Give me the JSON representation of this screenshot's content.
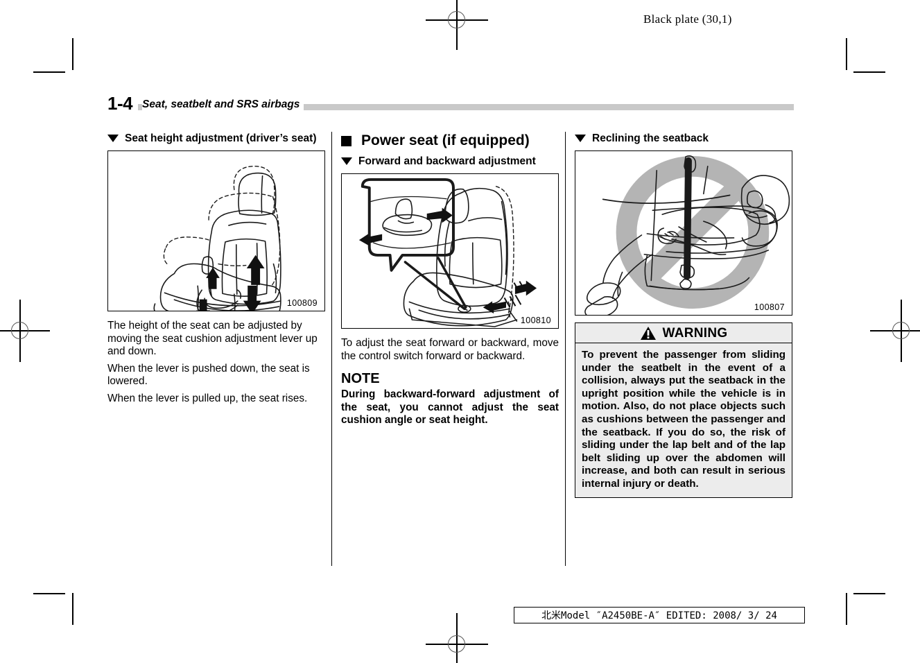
{
  "page": {
    "black_plate": "Black plate (30,1)",
    "page_number": "1-4",
    "chapter_title": "Seat, seatbelt and SRS airbags",
    "footer": "北米Model ″A2450BE-A″  EDITED:  2008/ 3/ 24"
  },
  "column1": {
    "heading": "Seat height adjustment (driver’s seat)",
    "heading_icon": "triangle-down-icon",
    "figure": {
      "id": "100809",
      "caption_icon": "car-seat-height-adjust-illustration"
    },
    "paragraphs": [
      "The height of the seat can be adjusted by moving the seat cushion adjustment lever up and down.",
      "When the lever is pushed down, the seat is lowered.",
      "When the lever is pulled up, the seat rises."
    ]
  },
  "column2": {
    "heading": "Power seat (if equipped)",
    "heading_icon": "square-bullet-icon",
    "subheading": "Forward and backward adjustment",
    "subheading_icon": "triangle-down-icon",
    "figure": {
      "id": "100810",
      "caption_icon": "power-seat-control-switch-illustration"
    },
    "paragraph": "To adjust the seat forward or backward, move the control switch forward or backward.",
    "note_title": "NOTE",
    "note_text": "During backward-forward adjustment of the seat, you cannot adjust the seat cushion angle or seat height."
  },
  "column3": {
    "heading": "Reclining the seatback",
    "heading_icon": "triangle-down-icon",
    "figure": {
      "id": "100807",
      "caption_icon": "reclined-passenger-prohibited-illustration"
    },
    "warning": {
      "icon": "warning-triangle-icon",
      "label": "WARNING",
      "text": "To prevent the passenger from sliding under the seatbelt in the event of a collision, always put the seatback in the upright position while the vehicle is in motion. Also, do not place objects such as cushions between the passenger and the seatback. If you do so, the risk of sliding under the lap belt and of the lap belt sliding up over the abdomen will increase, and both can result in serious internal injury or death."
    }
  },
  "colors": {
    "rule_gray": "#c9c9c9",
    "warning_bg": "#ececec",
    "prohibition_gray": "#b4b4b4",
    "ink": "#000000"
  }
}
